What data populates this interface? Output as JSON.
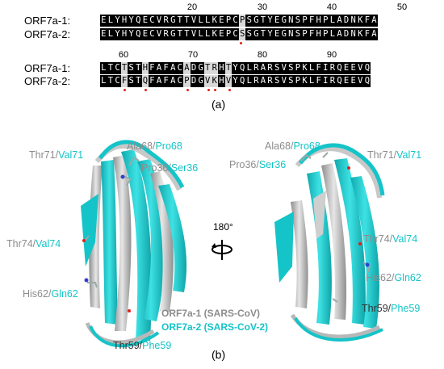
{
  "panel_a": {
    "caption": "(a)",
    "block1": {
      "numbers": [
        "20",
        "30",
        "40",
        "50"
      ],
      "rows": [
        {
          "label": "ORF7a-1:",
          "seq": "ELYHYQECVRGTTVLLKEPCPSGTYEGNSPFHPLADNKFA"
        },
        {
          "label": "ORF7a-2:",
          "seq": "ELYHYQECVRGTTVLLKEPCSSGTYEGNSPFHPLADNKFA"
        }
      ]
    },
    "block2": {
      "numbers": [
        "60",
        "70",
        "80",
        "90"
      ],
      "rows": [
        {
          "label": "ORF7a-1:",
          "seq": "LTCTSTHFAFACADGTRHTYQLRARSVSPKLFIRQEEVQ"
        },
        {
          "label": "ORF7a-2:",
          "seq": "LTCFSTQFAFACPDGVKHVYQLRARSVSPKLFIRQEEVQ"
        }
      ]
    }
  },
  "panel_b": {
    "caption": "(b)",
    "rotation_label": "180°",
    "legend": {
      "line1": "ORF7a-1 (SARS-CoV)",
      "line2": "ORF7a-2 (SARS-CoV-2)"
    },
    "colors": {
      "orf7a1": "#8c8c8c",
      "orf7a2": "#14c4c8",
      "highlight": "#e0201b"
    },
    "left_labels": {
      "ala68": {
        "a": "Ala68",
        "b": "Pro68"
      },
      "thr71": {
        "a": "Thr71",
        "b": "Val71"
      },
      "pro36": {
        "a": "Pro36",
        "b": "Ser36"
      },
      "thr74": {
        "a": "Thr74",
        "b": "Val74"
      },
      "his62": {
        "a": "His62",
        "b": "Gln62"
      },
      "thr59": {
        "a": "Thr59",
        "b": "Phe59"
      }
    },
    "right_labels": {
      "ala68": {
        "a": "Ala68",
        "b": "Pro68"
      },
      "thr71": {
        "a": "Thr71",
        "b": "Val71"
      },
      "pro36": {
        "a": "Pro36",
        "b": "Ser36"
      },
      "thr74": {
        "a": "Thr74",
        "b": "Val74"
      },
      "his62": {
        "a": "His62",
        "b": "Gln62"
      },
      "thr59": {
        "a": "Thr59",
        "b": "Phe59"
      }
    }
  }
}
